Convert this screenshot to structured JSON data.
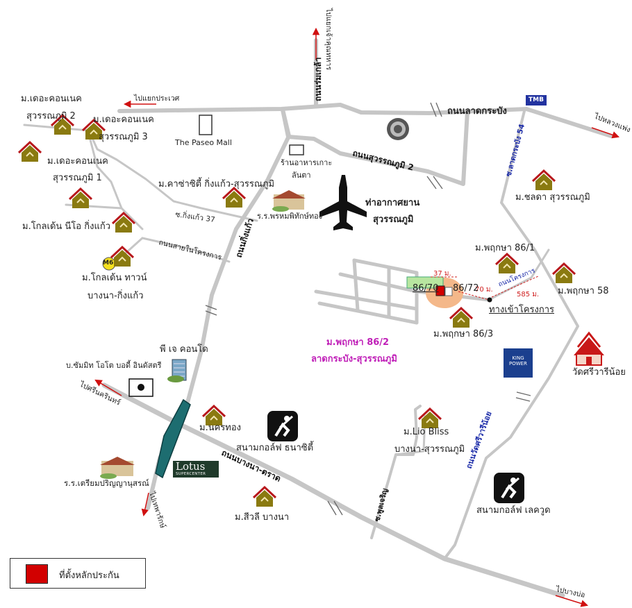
{
  "labels": {
    "roads": {
      "rom_klao": "ถนนร่มเกล้า",
      "lat_krabang": "ถนนลาดกระบัง",
      "suvarnabhumi2": "ถนนสุวรรณภูมิ 2",
      "king_kaeo": "ถนนกิ่งแก้ว",
      "bangna_trat": "ถนนบางนา-ตราด",
      "wat_si_wari_noi": "ถนนวัดศรีวารีน้อย",
      "soi_king_kaeo_37": "ซ.กิ่งแก้ว 37",
      "main_road_project": "ถนนสายในโครงการ",
      "soi_lat_krabang_54": "ซ.ลาดกระบัง 54",
      "soi_phunchuen": "ซ.พูลเจริญ",
      "project_road": "ถนนโครงการ"
    },
    "directions": {
      "to_chao_khun_thahan": "ไปแยกเจ้าคุณทหาร",
      "to_prawet": "ไปแยกประเวศ",
      "to_luang_phaeng": "ไปหลวงแพ่ง",
      "to_srinakarin": "ไปศรีนครินทร์",
      "to_thepharak": "ไปเทพารักษ์",
      "to_bang_bo": "ไปบางบ่อ"
    },
    "places": {
      "the_connect_2": [
        "ม.เดอะคอนเนค",
        "สุวรรณภูมิ 2"
      ],
      "the_connect_3": [
        "ม.เดอะคอนเนค",
        "สุวรรณภูมิ 3"
      ],
      "the_connect_1": [
        "ม.เดอะคอนเนค",
        "สุวรรณภูมิ 1"
      ],
      "paseo": "The Paseo Mall",
      "restaurant": [
        "ร้านอาหารเกาะ",
        "ลันตา"
      ],
      "casa": "ม.คาซ่าซิตี้ กิ่งแก้ว-สุวรรณภูมิ",
      "school_prom": "ร.ร.พรหมพิทักษ์ทอง",
      "golden_neo": "ม.โกลเด้น นีโอ กิ่งแก้ว",
      "golden_town": [
        "ม.โกลเด้น ทาวน์",
        "บางนา-กิ่งแก้ว"
      ],
      "airport": [
        "ท่าอากาศยาน",
        "สุวรรณภูมิ"
      ],
      "chonlada": "ม.ชลดา สุวรรณภูมิ",
      "pruksa_86_1": "ม.พฤกษา 86/1",
      "pruksa_58": "ม.พฤกษา 58",
      "pruksa_86_3": "ม.พฤกษา 86/3",
      "pj_condo": "พี เจ คอนโด",
      "company": "บ.ซัมมิท โอโต บอดี้ อินดัสตรี",
      "nakorn_thong": "ม.นครทอง",
      "golf_thanacity": "สนามกอล์ฟ ธนาซิตี้",
      "school_triam": "ร.ร.เตรียมปริญญานุสรณ์",
      "sivalee": "ม.สีวลี บางนา",
      "lio_bliss": [
        "ม.Lio Bliss",
        "บางนา-สุวรรณภูมิ"
      ],
      "golf_lakewood": "สนามกอล์ฟ เลควูด",
      "wat_si_wari_noi": "วัดศรีวารีน้อย",
      "project_entrance": "ทางเข้าโครงการ",
      "plot_86_70": "86/70",
      "plot_86_72": "86/72",
      "m6": "M6"
    },
    "project": {
      "line1": "ม.พฤกษา 86/2",
      "line2": "ลาดกระบัง-สุวรรณภูมิ"
    },
    "distances": {
      "d37": "37 ม.",
      "d70": "70 ม.",
      "d585": "585 ม."
    },
    "logos": {
      "tmb": "TMB",
      "king_power": [
        "KING",
        "POWER"
      ],
      "lotus": "Lotus",
      "lotus_sub": "SUPERCENTER"
    }
  },
  "legend": {
    "label": "ที่ตั้งหลักประกัน",
    "color": "#d20000"
  },
  "colors": {
    "road": "#c6c6c6",
    "house_roof": "#b8181c",
    "house_body": "#8a7a10",
    "highlight": "#f4b88a",
    "arrow": "#d01010",
    "overpass": "#1d6d70"
  }
}
